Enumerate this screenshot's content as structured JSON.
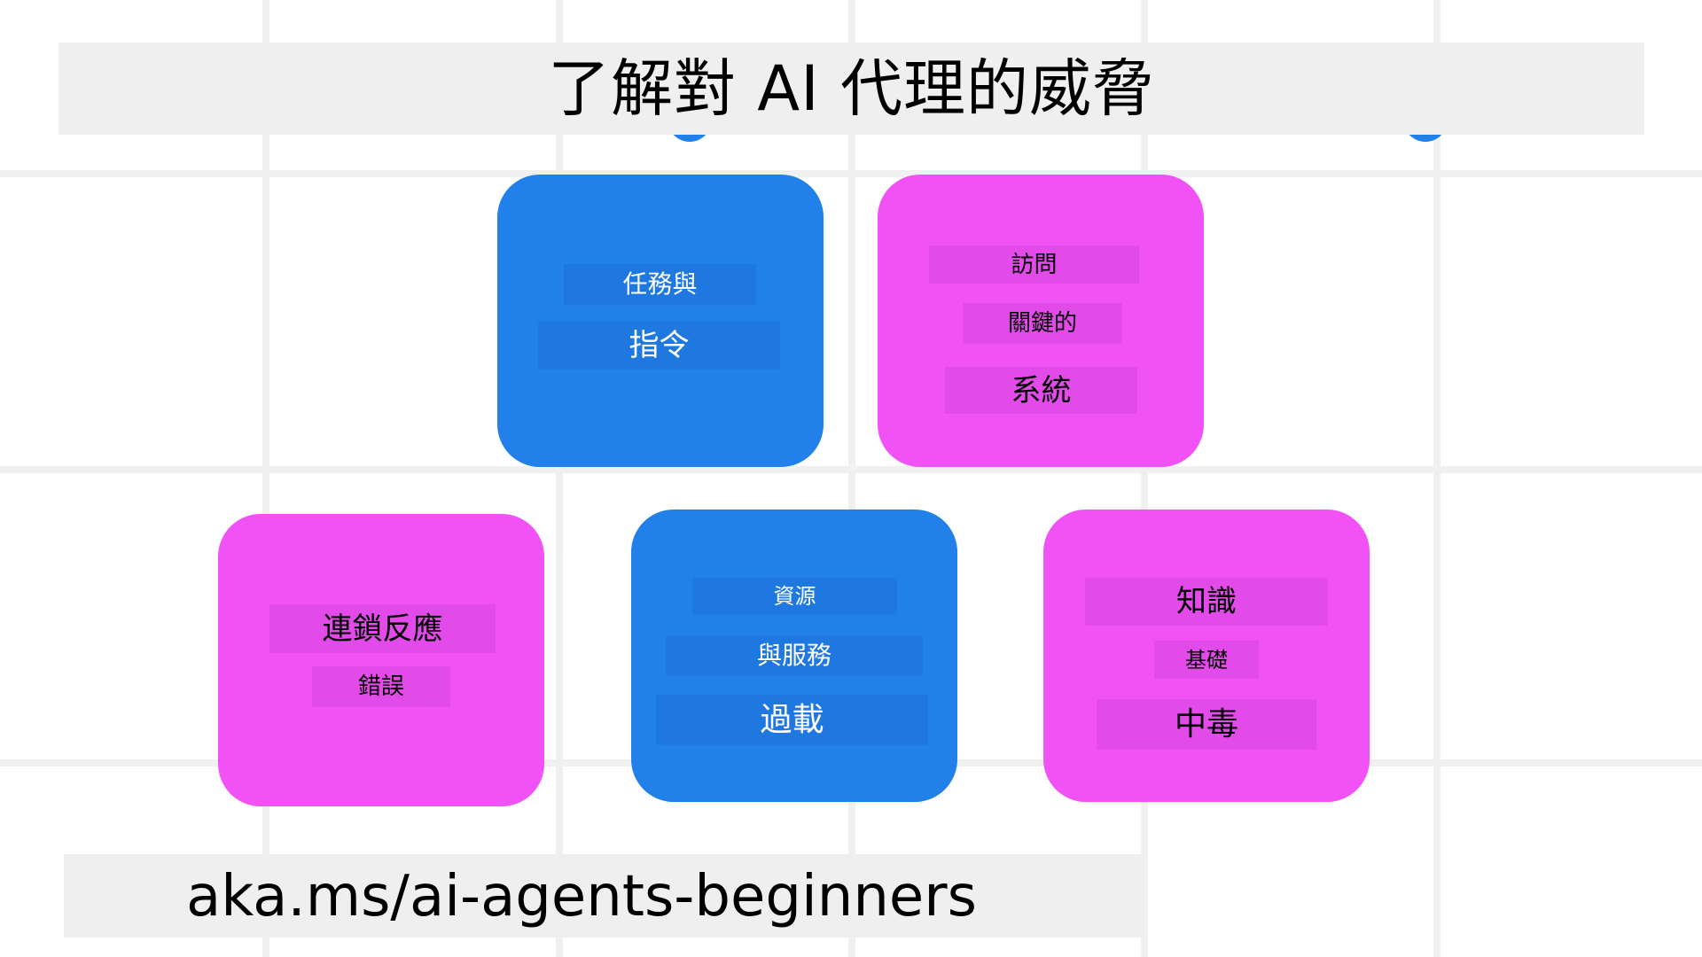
{
  "title": "了解對 AI 代理的威脅",
  "colors": {
    "background": "#ffffff",
    "grid": "#f0f0f0",
    "title_bar": "#efefef",
    "blue_card": "#2180ea",
    "pink_card": "#f152f5"
  },
  "cards": [
    {
      "color": "blue",
      "lines": [
        "任務與",
        "指令"
      ]
    },
    {
      "color": "pink",
      "lines": [
        "訪問",
        "關鍵的",
        "系統"
      ]
    },
    {
      "color": "pink",
      "lines": [
        "連鎖反應",
        "錯誤"
      ]
    },
    {
      "color": "blue",
      "lines": [
        "資源",
        "與服務",
        "過載"
      ]
    },
    {
      "color": "pink",
      "lines": [
        "知識",
        "基礎",
        "中毒"
      ]
    }
  ],
  "footer": {
    "link": "aka.ms/ai-agents-beginners"
  }
}
